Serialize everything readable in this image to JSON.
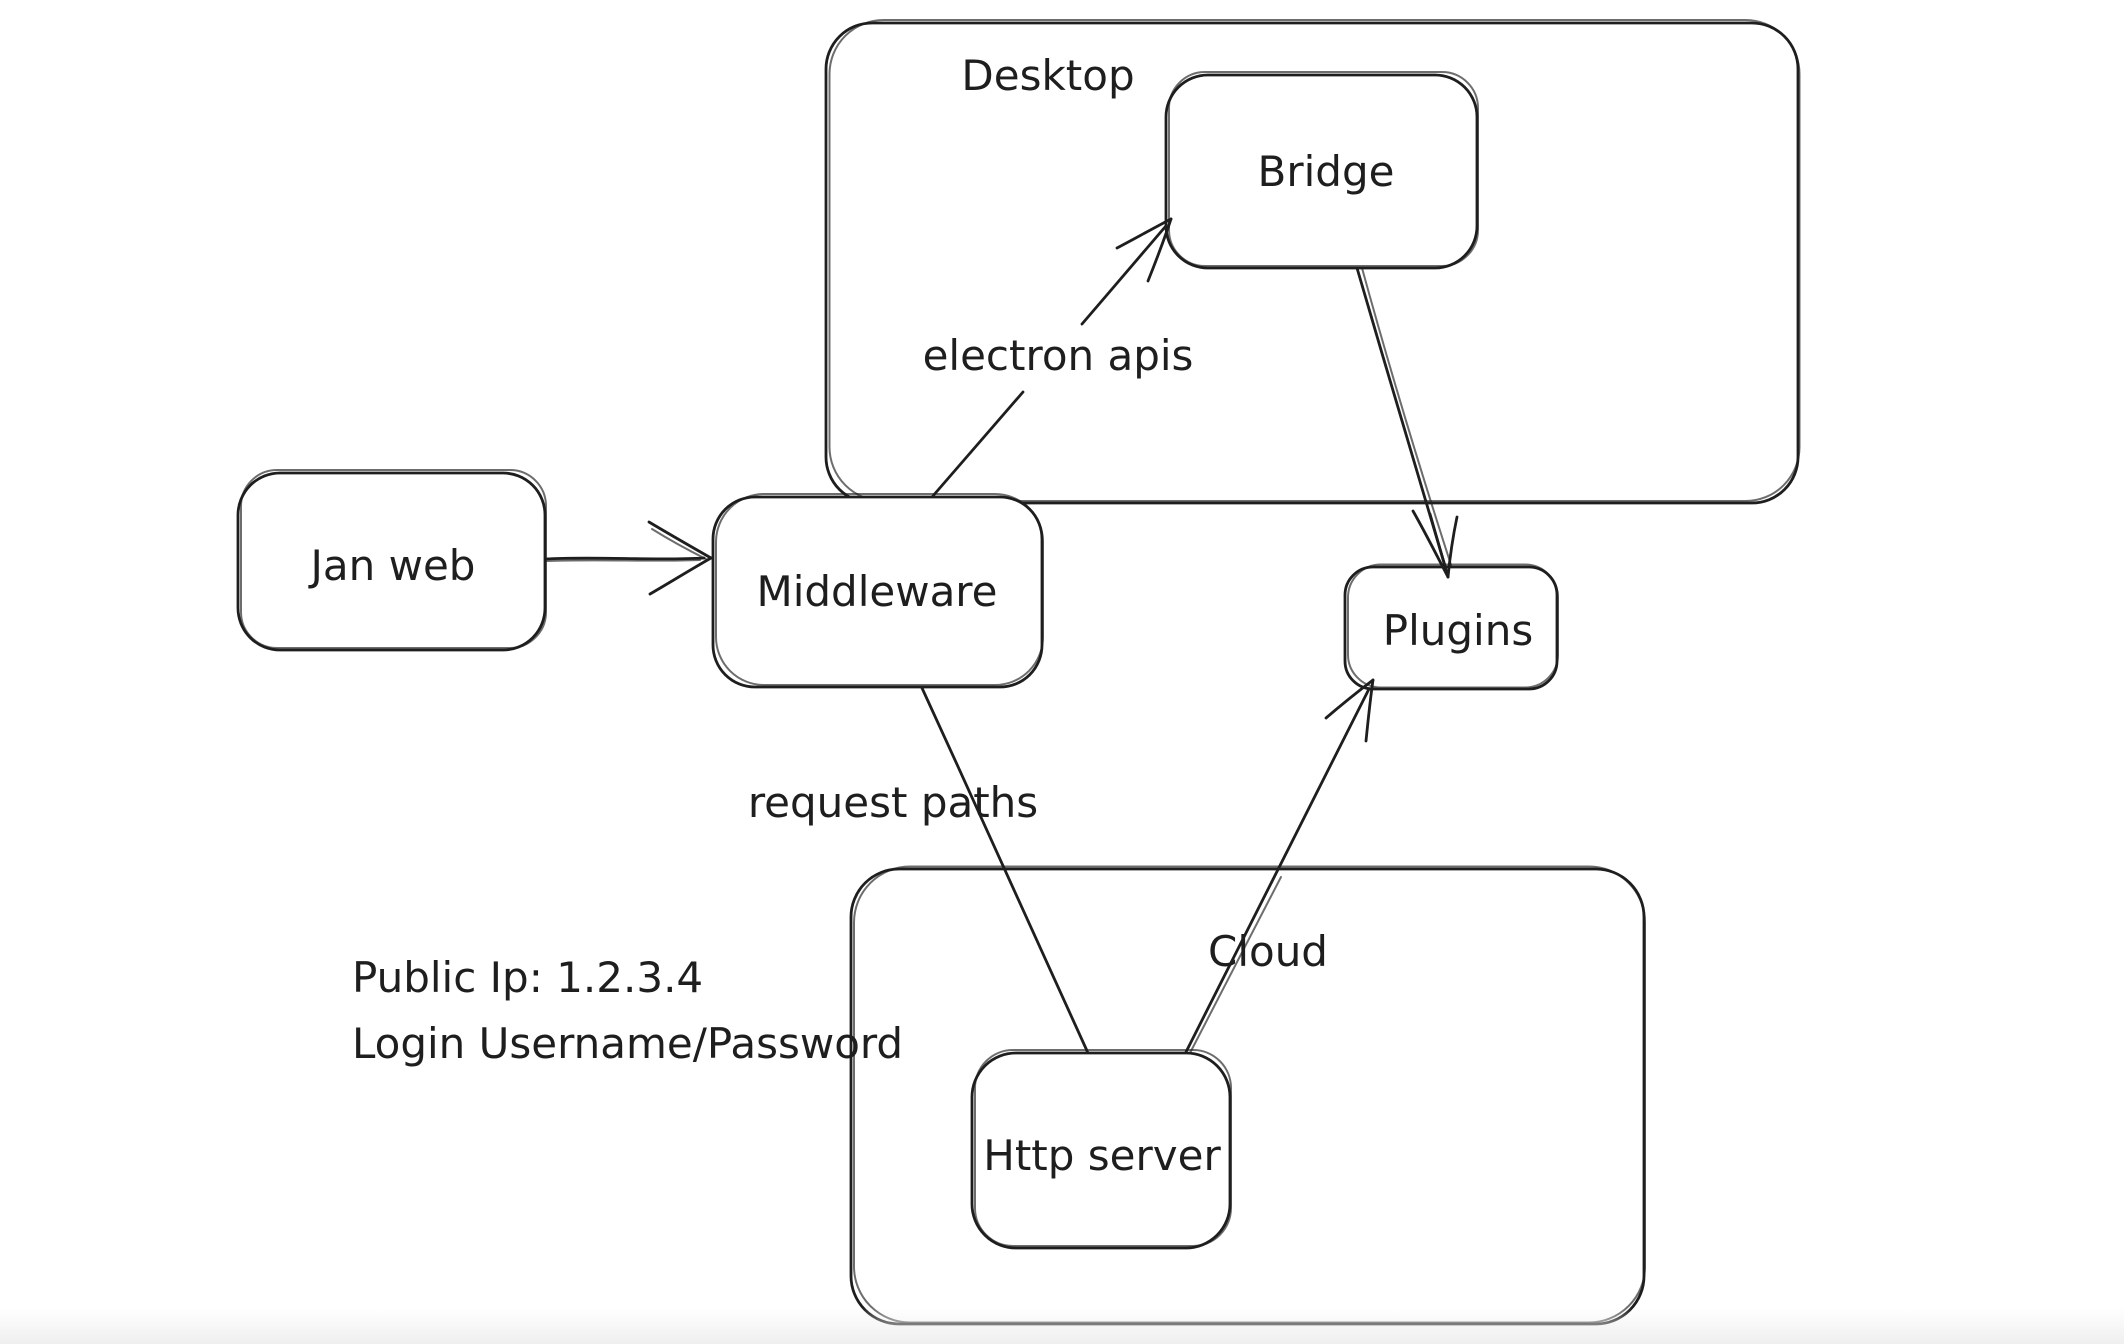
{
  "canvas": {
    "background_color": "#ffffff",
    "stroke_color": "#1e1e1e",
    "bottom_fade_color": "#efeff0"
  },
  "containers": [
    {
      "id": "desktop",
      "label": "Desktop"
    },
    {
      "id": "cloud",
      "label": "Cloud"
    }
  ],
  "nodes": [
    {
      "id": "jan-web",
      "label": "Jan web"
    },
    {
      "id": "middleware",
      "label": "Middleware"
    },
    {
      "id": "bridge",
      "label": "Bridge"
    },
    {
      "id": "plugins",
      "label": "Plugins"
    },
    {
      "id": "http-server",
      "label": "Http server"
    }
  ],
  "edges": [
    {
      "id": "janweb-to-middleware",
      "from": "Jan web",
      "to": "Middleware",
      "label": ""
    },
    {
      "id": "middleware-to-bridge",
      "from": "Middleware",
      "to": "Bridge",
      "label": "electron apis"
    },
    {
      "id": "bridge-to-plugins",
      "from": "Bridge",
      "to": "Plugins",
      "label": ""
    },
    {
      "id": "middleware-to-httpserver",
      "from": "Middleware",
      "to": "Http server",
      "label": "request paths"
    },
    {
      "id": "httpserver-to-plugins",
      "from": "Http server",
      "to": "Plugins",
      "label": ""
    }
  ],
  "annotations": {
    "public_ip": "Public Ip: 1.2.3.4",
    "login": "Login Username/Password"
  }
}
